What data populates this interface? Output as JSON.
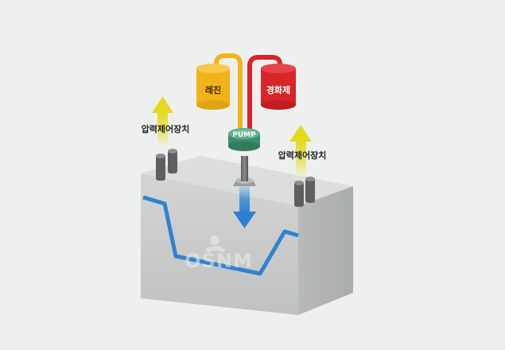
{
  "tanks": {
    "resin": {
      "label": "레진",
      "color": "#f2b21a"
    },
    "hardener": {
      "label": "경화제",
      "color": "#d8242b"
    }
  },
  "pump": {
    "label": "PUMP",
    "color": "#4a9e7a"
  },
  "pressure_left": {
    "label": "압력제어장치"
  },
  "pressure_right": {
    "label": "압력제어장치"
  },
  "watermark": {
    "text": "OSNM"
  },
  "colors": {
    "arrow_up": "#e7de2e",
    "arrow_down": "#3f8fd6",
    "mold_outline": "#2f82d0",
    "block_front": "#c9cccb",
    "block_top": "#dedfde",
    "block_side": "#b6b9b8"
  }
}
